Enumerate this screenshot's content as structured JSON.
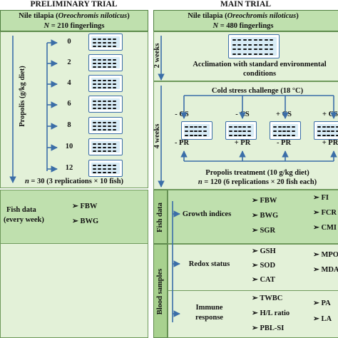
{
  "preliminary": {
    "title": "PRELIMINARY TRIAL",
    "species": "Nile tilapia (",
    "species_latin": "Oreochromis niloticus",
    "species_close": ")",
    "n_var": "N",
    "n_text": " = 210 fingerlings",
    "axis_label": "Propolis (g/kg diet)",
    "doses": [
      "0",
      "2",
      "4",
      "6",
      "8",
      "10",
      "12"
    ],
    "n_small_var": "n",
    "n_small_text": " = 30 (3 replications × 10 fish)",
    "fish_data_label": "Fish data",
    "fish_data_sub": "(every week)",
    "indices": [
      "FBW",
      "BWG"
    ]
  },
  "main": {
    "title": "MAIN TRIAL",
    "species": "Nile tilapia (",
    "species_latin": "Oreochromis niloticus",
    "species_close": ")",
    "n_var": "N",
    "n_text": " = 480 fingerlings",
    "phase1_label": "2 weeks",
    "acclimation_line1": "Acclimation with standard environmental",
    "acclimation_line2": "conditions",
    "phase2_label": "4 weeks",
    "cold_stress": "Cold stress challenge (18 °C)",
    "groups": [
      {
        "cs": "- CS",
        "pr": "- PR"
      },
      {
        "cs": "- CS",
        "pr": "+ PR"
      },
      {
        "cs": "+ CS",
        "pr": "- PR"
      },
      {
        "cs": "+ CS",
        "pr": "+ PR"
      }
    ],
    "propolis_treatment": "Propolis treatment (10 g/kg diet)",
    "n_small_var": "n",
    "n_small_text": " = 120 (6 replications × 20 fish each)",
    "fish_data_label": "Fish data",
    "blood_label": "Blood samples",
    "growth_label": "Growth indices",
    "growth_items_a": [
      "FBW",
      "BWG",
      "SGR"
    ],
    "growth_items_b": [
      "FI",
      "FCR",
      "CMI"
    ],
    "redox_label": "Redox status",
    "redox_items_a": [
      "GSH",
      "SOD",
      "CAT"
    ],
    "redox_items_b": [
      "MPO",
      "MDA"
    ],
    "immune_label_1": "Immune",
    "immune_label_2": "response",
    "immune_items_a": [
      "TWBC",
      "H/L ratio",
      "PBL-SI"
    ],
    "immune_items_b": [
      "PA",
      "LA"
    ]
  },
  "bullet": "➢",
  "colors": {
    "panel_light": "#e3f1d8",
    "panel_mid": "#bfe0ae",
    "section_dark": "#a8d18f",
    "arrow_blue": "#3b6ea8"
  }
}
